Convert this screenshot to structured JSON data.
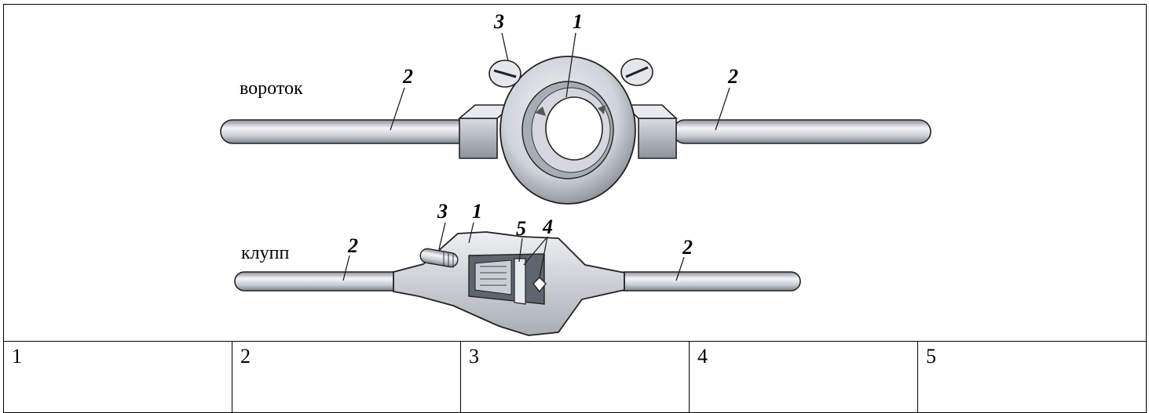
{
  "caption": "",
  "figure": {
    "top_tool_label": "вороток",
    "bottom_tool_label": "клупп",
    "top_callouts": {
      "body": "1",
      "handle_left": "2",
      "handle_right": "2",
      "screw": "3"
    },
    "bottom_callouts": {
      "body": "1",
      "handle_left": "2",
      "handle_right": "2",
      "screw": "3",
      "insert": "4",
      "jaw": "5"
    }
  },
  "answer_row": [
    "1",
    "2",
    "3",
    "4",
    "5"
  ],
  "colors": {
    "metal_light": "#eef0f4",
    "metal_mid": "#bfc4cc",
    "metal_dark": "#7a808a",
    "outline": "#222222"
  }
}
